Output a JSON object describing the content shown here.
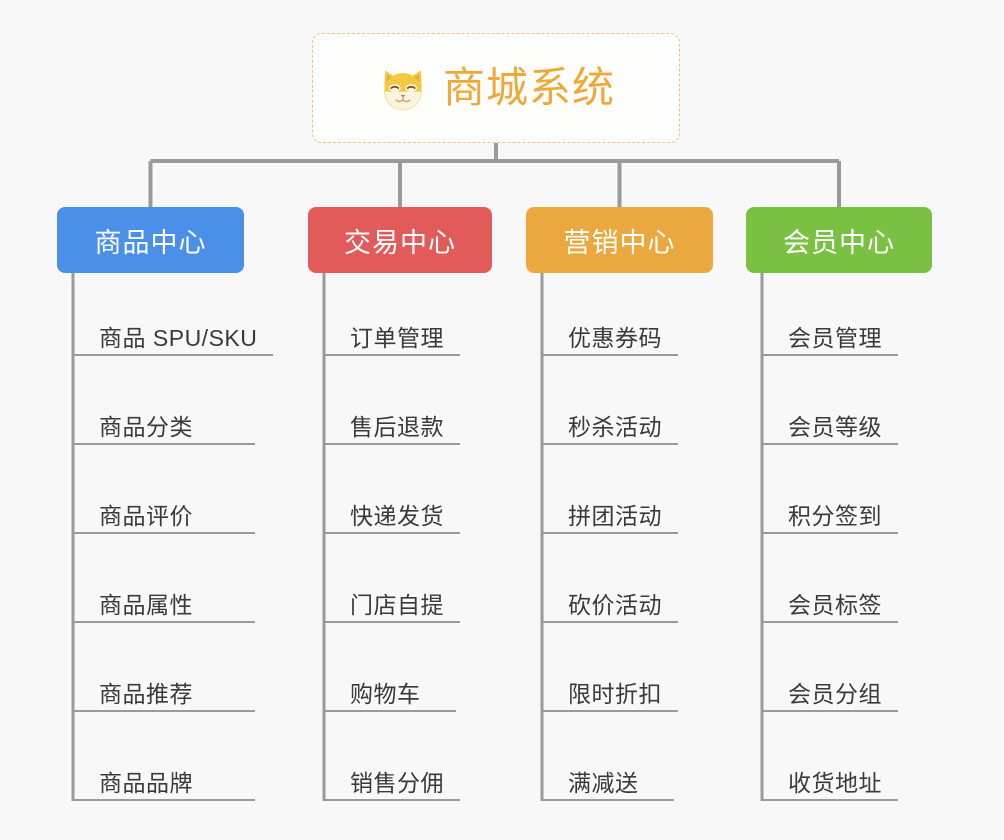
{
  "page": {
    "background_color": "#f8f8f9",
    "title": "商城系统 功能结构图"
  },
  "root": {
    "label": "商城系统",
    "icon": "shiba-dog-face-icon",
    "text_color": "#efa939",
    "border_color": "#f0c274",
    "background_color": "#fdfdfc"
  },
  "connector": {
    "color": "#9a9a9a"
  },
  "branches": [
    {
      "label": "商品中心",
      "color": "#4a90e8",
      "items": [
        "商品 SPU/SKU",
        "商品分类",
        "商品评价",
        "商品属性",
        "商品推荐",
        "商品品牌"
      ]
    },
    {
      "label": "交易中心",
      "color": "#e25b5b",
      "items": [
        "订单管理",
        "售后退款",
        "快递发货",
        "门店自提",
        "购物车",
        "销售分佣"
      ]
    },
    {
      "label": "营销中心",
      "color": "#eaa83e",
      "items": [
        "优惠券码",
        "秒杀活动",
        "拼团活动",
        "砍价活动",
        "限时折扣",
        "满减送"
      ]
    },
    {
      "label": "会员中心",
      "color": "#7ac143",
      "items": [
        "会员管理",
        "会员等级",
        "积分签到",
        "会员标签",
        "会员分组",
        "收货地址"
      ]
    }
  ]
}
